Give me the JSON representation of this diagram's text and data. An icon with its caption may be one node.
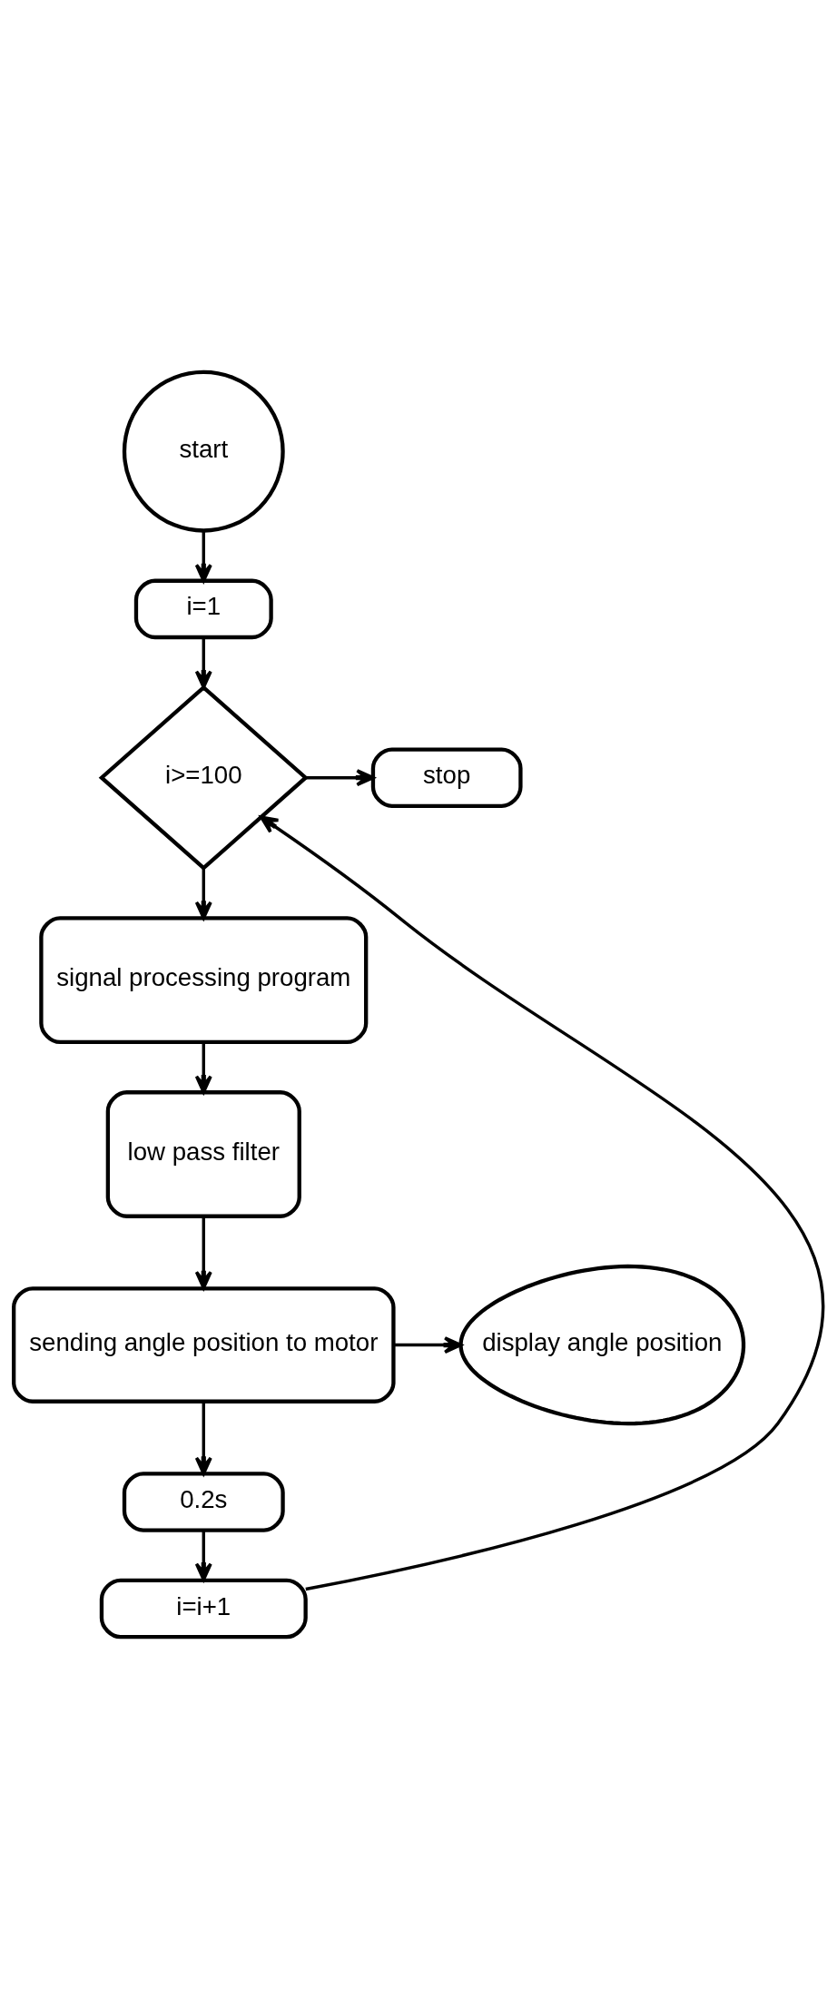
{
  "diagram": {
    "nodes": [
      {
        "text": [
          "start"
        ]
      },
      {
        "text": [
          "i=1"
        ]
      },
      {
        "text": [
          "i>=100"
        ]
      },
      {
        "text": [
          "stop"
        ]
      },
      {
        "text": [
          "signal processing program"
        ]
      },
      {
        "text": [
          "low pass filter"
        ]
      },
      {
        "text": [
          "sending angle position to motor"
        ]
      },
      {
        "text": [
          "display angle position"
        ]
      },
      {
        "text": [
          "0.2s"
        ]
      },
      {
        "text": [
          "i=i+1"
        ]
      }
    ],
    "edges": [
      {
        "from": 0,
        "to": 1,
        "arrow": "to"
      },
      {
        "from": 1,
        "to": 2,
        "arrow": "to"
      },
      {
        "from": 2,
        "to": 3,
        "arrow": "to"
      },
      {
        "from": 2,
        "to": 4,
        "arrow": "to"
      },
      {
        "from": 4,
        "to": 5,
        "arrow": "to"
      },
      {
        "from": 5,
        "to": 6,
        "arrow": "to"
      },
      {
        "from": 6,
        "to": 7,
        "arrow": "to"
      },
      {
        "from": 6,
        "to": 8,
        "arrow": "to"
      },
      {
        "from": 8,
        "to": 9,
        "arrow": "to"
      },
      {
        "from": 9,
        "to": 2,
        "arrow": "to"
      }
    ]
  }
}
